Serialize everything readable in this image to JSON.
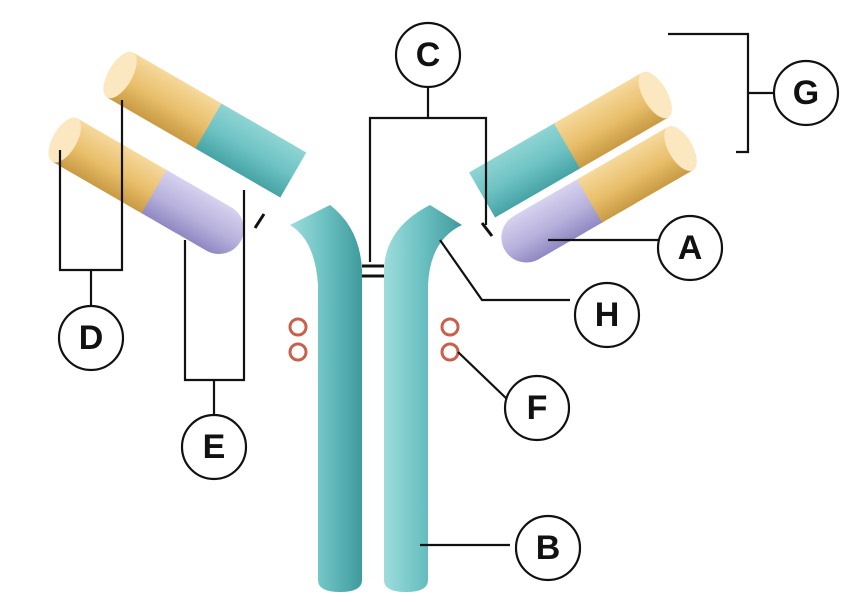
{
  "diagram": {
    "colors": {
      "heavy_chain_constant": "#6fc3c4",
      "variable_region": "#e8be6a",
      "light_chain_constant": "#b7b1dc",
      "disulfide_bond": "#111111",
      "carbohydrate": "#c9604c",
      "outline": "#111111"
    },
    "labels": {
      "a": "A",
      "b": "B",
      "c": "C",
      "d": "D",
      "e": "E",
      "f": "F",
      "g": "G",
      "h": "H"
    }
  }
}
